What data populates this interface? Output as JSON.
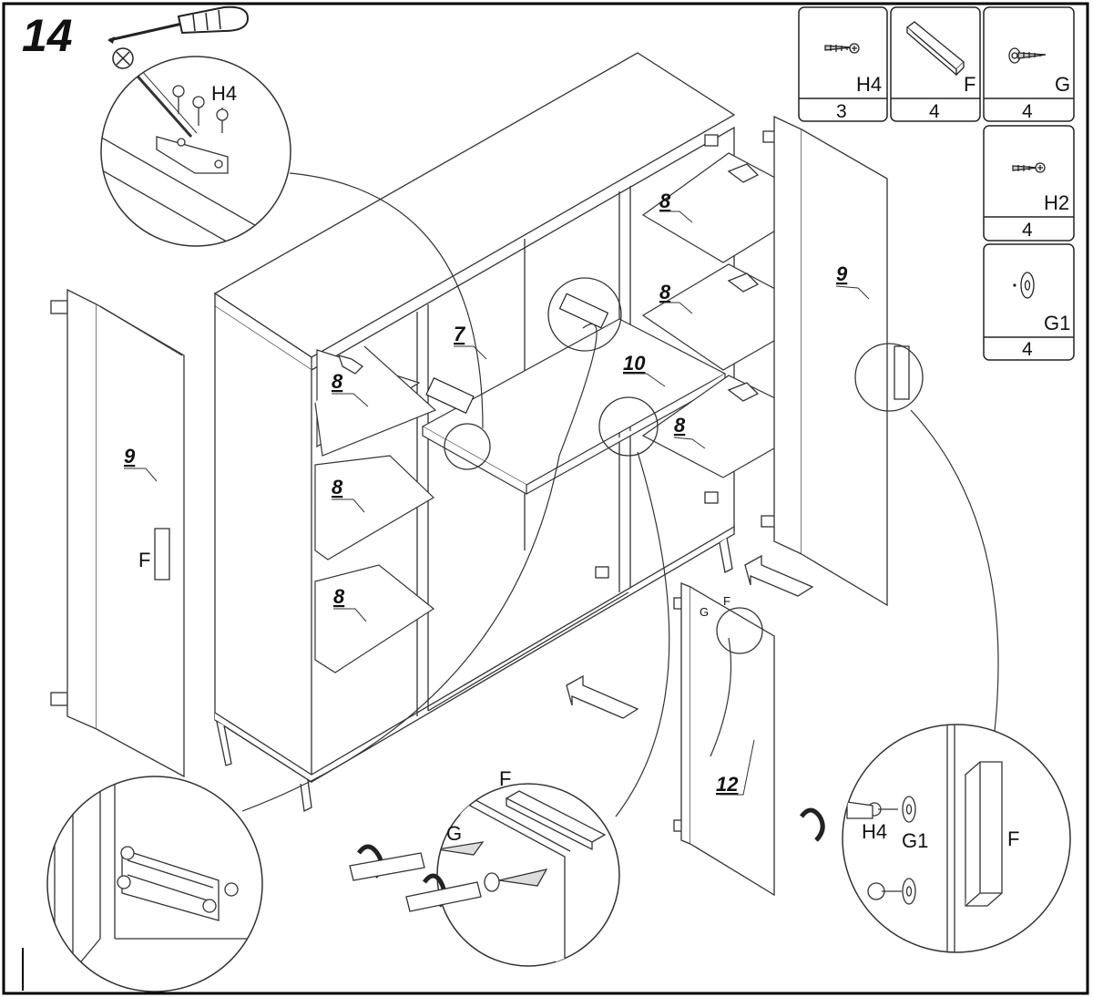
{
  "step": "14",
  "parts": [
    {
      "code": "H4",
      "qty": "3",
      "icon": "screw-icon"
    },
    {
      "code": "F",
      "qty": "4",
      "icon": "handle-icon"
    },
    {
      "code": "G",
      "qty": "4",
      "icon": "washer-screw-icon"
    },
    {
      "code": "H2",
      "qty": "4",
      "icon": "screw-icon"
    },
    {
      "code": "G1",
      "qty": "4",
      "icon": "washer-icon"
    }
  ],
  "labels": {
    "shelf": "8",
    "door": "9",
    "top_panel": "7",
    "middle_shelf": "10",
    "small_door": "12",
    "handle": "F",
    "washer_screw": "G",
    "washer": "G1",
    "screw": "H4"
  }
}
